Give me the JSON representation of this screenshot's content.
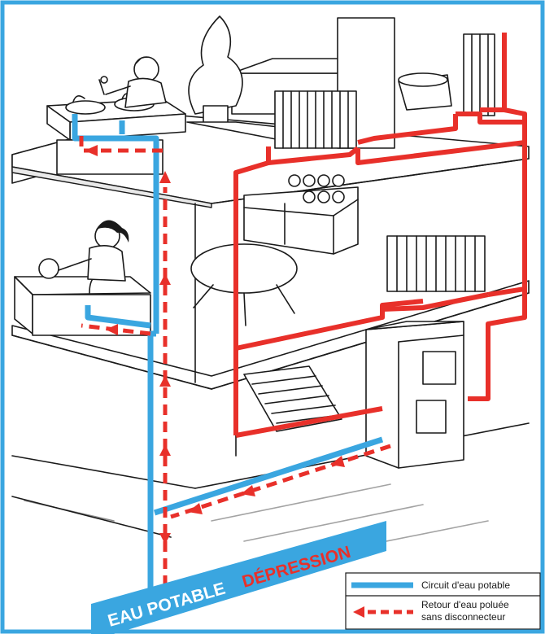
{
  "colors": {
    "frame": "#3aa6e0",
    "potable_water": "#3aa6e0",
    "heating_circuit": "#e8302a",
    "polluted_return": "#e8302a",
    "label_red": "#e8302a",
    "label_white": "#ffffff"
  },
  "base_band": {
    "label_main": "EAU POTABLE",
    "label_alert": "DÉPRESSION"
  },
  "legend": {
    "items": [
      {
        "label": "Circuit d'eau potable",
        "style": "solid-blue"
      },
      {
        "label_line1": "Retour d'eau poluée",
        "label_line2": "sans disconnecteur",
        "style": "dashed-red-arrow"
      }
    ]
  }
}
